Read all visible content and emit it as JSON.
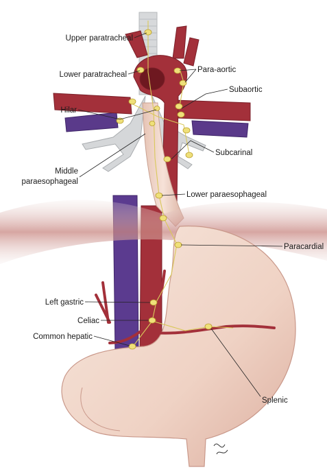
{
  "labels": {
    "upper_paratracheal": "Upper paratracheal",
    "lower_paratracheal": "Lower paratracheal",
    "para_aortic": "Para-aortic",
    "subaortic": "Subaortic",
    "hilar": "Hilar",
    "subcarinal": "Subcarinal",
    "middle_paraesophageal_1": "Middle",
    "middle_paraesophageal_2": "paraesophageal",
    "lower_paraesophageal": "Lower paraesophageal",
    "paracardial": "Paracardial",
    "left_gastric": "Left gastric",
    "celiac": "Celiac",
    "common_hepatic": "Common hepatic",
    "splenic": "Splenic"
  },
  "colors": {
    "artery": "#a3303a",
    "vein": "#5a3a8a",
    "esophagus_stomach": "#f3ddd2",
    "trachea": "#d8dadc",
    "lymph_node": "#efe07a",
    "diaphragm": "#c78a85"
  }
}
